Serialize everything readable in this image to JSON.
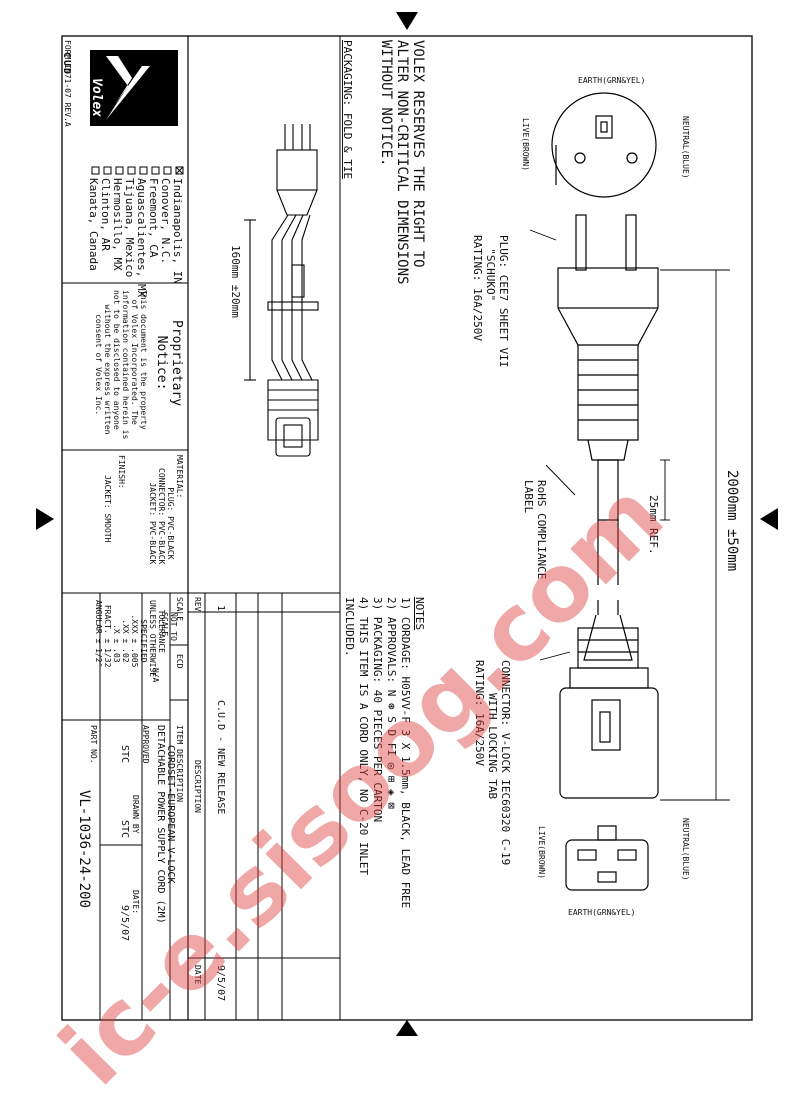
{
  "company": {
    "logo_text": "Volex",
    "division": "CUD",
    "form": "FORM IN71-07 REV.A"
  },
  "locations": [
    {
      "checked": true,
      "label": "Indianapolis, IN"
    },
    {
      "checked": false,
      "label": "Conover, N.C."
    },
    {
      "checked": false,
      "label": "Freemont, CA"
    },
    {
      "checked": false,
      "label": "Aguascalientes, MX"
    },
    {
      "checked": false,
      "label": "Tijuana, Mexico"
    },
    {
      "checked": false,
      "label": "Hermosillo, MX"
    },
    {
      "checked": false,
      "label": "Clinton, AR"
    },
    {
      "checked": false,
      "label": "Kanata, Canada"
    }
  ],
  "proprietary": {
    "title": "Proprietary\nNotice:",
    "text": "This document is the property\n  of Volex Incorporated. The\ninformation contained herein is\nnot to be disclosed to anyone\n   without the express written\n     consent of Volex Inc."
  },
  "material": {
    "label": "MATERIAL:",
    "lines": "    PLUG: PVC-BLACK\nCONNECTOR: PVC-BLACK\n   JACKET: PVC-BLACK"
  },
  "finish": {
    "label": "FINISH:",
    "line": "JACKET: SMOOTH"
  },
  "scale": {
    "label": "SCALE",
    "value": "NOT TO\nSCALE",
    "ecd_label": "ECD",
    "ecd_value": "N/A"
  },
  "tolerance": "  TOLERANCE\nUNLESS OTHERWISE\n    SPECIFIED\n   .XXX ± .005\n    .XX ± .02\n     .X ± .03\n FRACT. ± 1/32\nANGULAR ± 1/2°",
  "approvals": {
    "approved_label": "APPROVED",
    "approved_by": "STC",
    "drawn_label": "DRAWN BY",
    "drawn_by": "STC",
    "date_label": "DATE:",
    "date": "9/5/07"
  },
  "item_description": {
    "label": "ITEM DESCRIPTION",
    "line1": "CORDSET-EUROPEAN V-LOCK",
    "line2": "DETACHABLE POWER SUPPLY CORD (2M)"
  },
  "part_no": {
    "label": "PART NO.",
    "value": "VL-1036-24-200"
  },
  "revision": {
    "rev_label": "REV",
    "desc_label": "DESCRIPTION",
    "date_label": "DATE",
    "rows": [
      {
        "rev": "1",
        "desc": "C.U.D - NEW RELEASE",
        "date": "9/5/07"
      }
    ]
  },
  "notes": {
    "title": "NOTES",
    "items": [
      "1) CORDAGE: H05VV-F 3 X 1.5mm, BLACK, LEAD FREE",
      "2) APPROVALS: N ⊛ S D FI ◎ ⊞ ◈ ⊠",
      "3) PACKAGING: 40 PIECES PER CARTON",
      "4) THIS ITEM IS A CORD ONLY, NO C-20 INLET",
      "   INCLUDED."
    ]
  },
  "disclaimer": "VOLEX RESERVES THE RIGHT TO\nALTER NON-CRITICAL DIMENSIONS\nWITHOUT NOTICE.",
  "packaging": {
    "label": "PACKAGING: FOLD & TIE",
    "dimension": "160mm ±20mm"
  },
  "plug": {
    "callout": "PLUG: CEE7 SHEET VII\n  \"SCHUKO\"\nRATING: 16A/250V",
    "earth": "EARTH(GRN&YEL)",
    "neutral": "NEUTRAL(BLUE)",
    "live": "LIVE(BROWN)"
  },
  "connector": {
    "callout": "CONNECTOR: V-LOCK IEC60320 C-19\n     WITH LOCKING TAB\nRATING: 16A/250V",
    "earth": "EARTH(GRN&YEL)",
    "neutral": "NEUTRAL(BLUE)",
    "live": "LIVE(BROWN)"
  },
  "dimensions": {
    "overall": "2000mm ±50mm",
    "label_offset": "25mm REF.",
    "rohs": "RoHS COMPLIANCE\nLABEL"
  },
  "watermark": "ic-e.sisoog.com"
}
